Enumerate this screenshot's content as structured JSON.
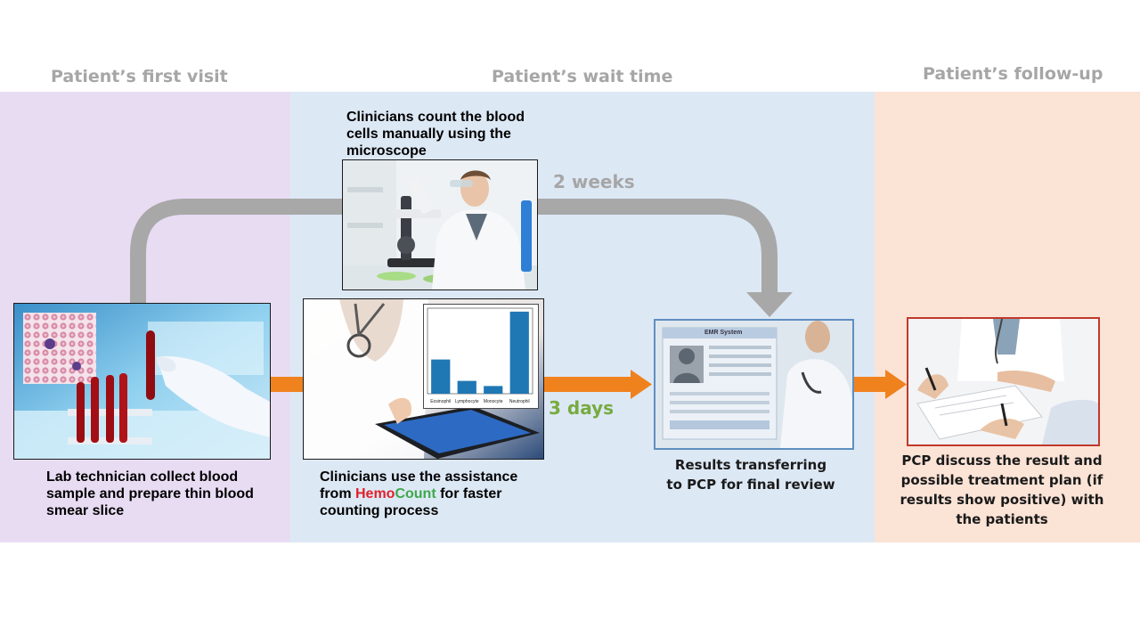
{
  "phases": {
    "first_visit": "Patient’s first visit",
    "wait_time": "Patient’s wait time",
    "follow_up": "Patient’s follow-up"
  },
  "durations": {
    "manual": "2 weeks",
    "assisted": "3 days"
  },
  "steps": {
    "collect": "Lab technician collect blood sample and prepare thin blood smear slice",
    "manual_count": "Clinicians count the blood cells manually using the microscope",
    "assisted_prefix": "Clinicians use the assistance from ",
    "brand_part1": "Hemo",
    "brand_part2": "Count",
    "assisted_suffix": " for faster counting process",
    "transfer": "Results transferring to PCP for final review",
    "discuss": "PCP discuss the result and possible treatment plan (if results show positive) with the patients"
  },
  "emr": {
    "title": "EMR System"
  },
  "chart_data": {
    "type": "bar",
    "categories": [
      "Eosinophil",
      "Lymphocyte",
      "Monocyte",
      "Neutrophil"
    ],
    "values": [
      40,
      15,
      9,
      96
    ],
    "ylim": [
      0,
      100
    ]
  },
  "colors": {
    "first_visit_band": "#e8dcf3",
    "wait_band": "#dde8f5",
    "follow_band": "#fbe3d6",
    "arrow_orange": "#f0821e",
    "arrow_gray": "#a8a8a8",
    "duration_green": "#77ab3f",
    "brand_red": "#e0202b",
    "brand_green": "#3ea84a",
    "bar_blue": "#1f77b4"
  }
}
